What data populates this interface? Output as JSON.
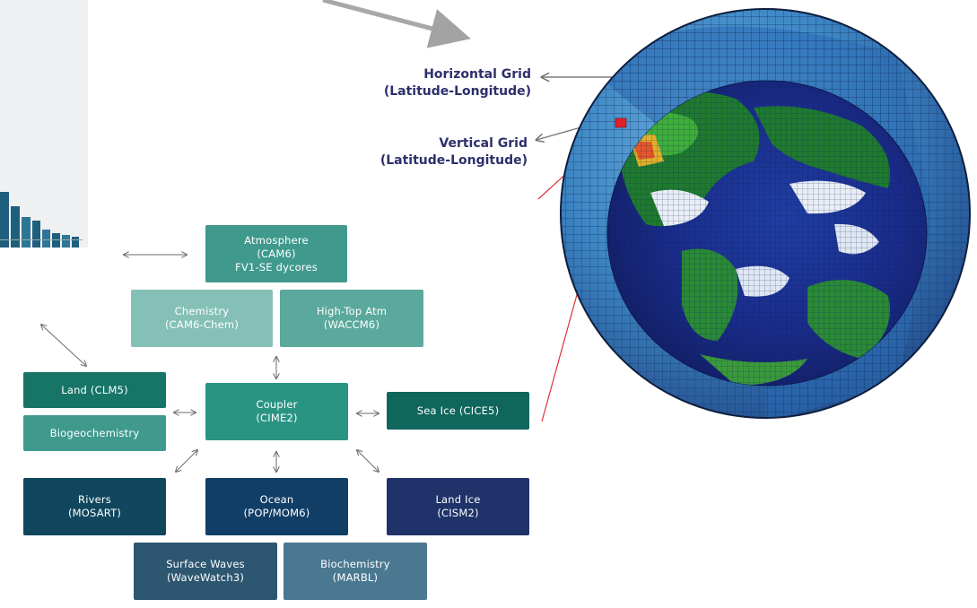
{
  "colors": {
    "teal": "#3f9a8d",
    "teal_light": "#85c0b6",
    "teal_mid": "#5aa99c",
    "green_dark": "#167567",
    "green_deep": "#0f665c",
    "navy": "#10475f",
    "navy_dark": "#1f336a",
    "slate": "#2d5670",
    "slate_light": "#4a7891",
    "label_navy": "#2e2f6b"
  },
  "grid_labels": {
    "horizontal": {
      "line1": "Horizontal Grid",
      "line2": "(Latitude-Longitude)"
    },
    "vertical": {
      "line1": "Vertical Grid",
      "line2": "(Latitude-Longitude)"
    }
  },
  "components": {
    "atmosphere": {
      "line1": "Atmosphere",
      "line2": "(CAM6)",
      "line3": "FV1-SE dycores"
    },
    "chemistry": {
      "line1": "Chemistry",
      "line2": "(CAM6-Chem)"
    },
    "high_top": {
      "line1": "High-Top Atm",
      "line2": "(WACCM6)"
    },
    "land": {
      "line1": "Land (CLM5)"
    },
    "biogeochemistry": {
      "line1": "Biogeochemistry"
    },
    "coupler": {
      "line1": "Coupler",
      "line2": "(CIME2)"
    },
    "sea_ice": {
      "line1": "Sea Ice (CICE5)"
    },
    "rivers": {
      "line1": "Rivers",
      "line2": "(MOSART)"
    },
    "ocean": {
      "line1": "Ocean",
      "line2": "(POP/MOM6)"
    },
    "land_ice": {
      "line1": "Land Ice",
      "line2": "(CISM2)"
    },
    "surface_waves": {
      "line1": "Surface Waves",
      "line2": "(WaveWatch3)"
    },
    "biochemistry": {
      "line1": "Biochemistry",
      "line2": "(MARBL)"
    }
  },
  "icons": [
    "double-arrow-icon",
    "pointer-arrow-icon",
    "globe-grid-icon"
  ]
}
